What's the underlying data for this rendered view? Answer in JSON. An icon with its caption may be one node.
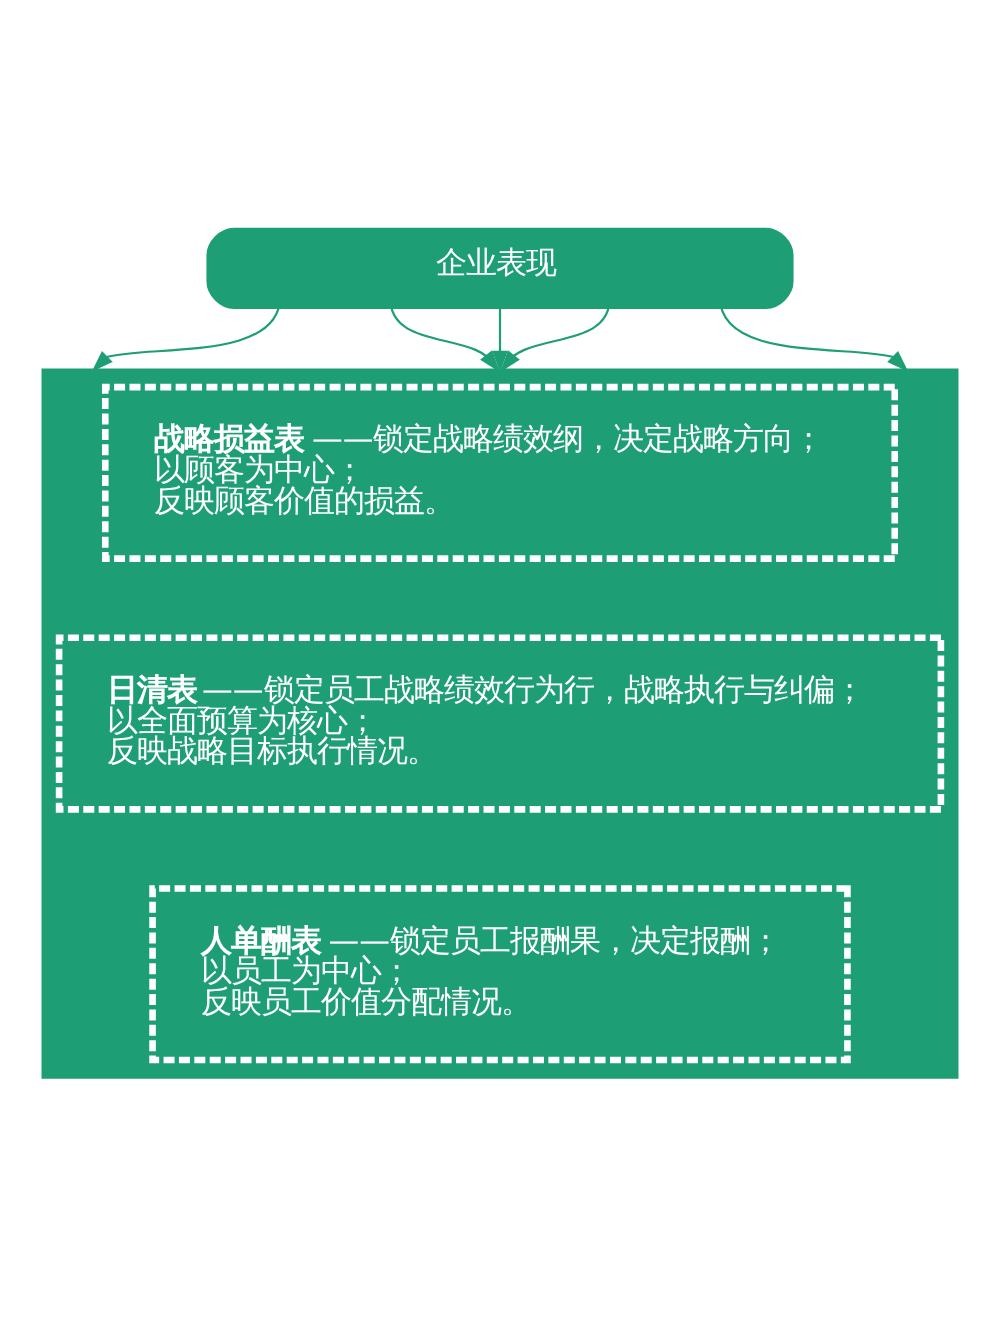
{
  "diagram": {
    "nodes": [
      {
        "text": [
          "企业表现"
        ]
      },
      {
        "text": [],
        "shape": "trapezoid"
      },
      {
        "text": [
          "战略损益表",
          "——锁定战略绩效纲，决定战略方向；",
          "以顾客为中心；",
          "反映顾客价值的损益。"
        ],
        "in": 1
      },
      {
        "text": [
          "日清表",
          "——锁定员工战略绩效行为行，战略执行与纠偏；",
          "以全面预算为核心；",
          "反映战略目标执行情况。"
        ],
        "in": 1
      },
      {
        "text": [
          "人单酬表",
          "——锁定员工报酬果，决定报酬；",
          "以员工为中心；",
          "反映员工价值分配情况。"
        ],
        "in": 1
      }
    ],
    "edges": [
      {
        "from": 0,
        "to": 1,
        "arrow": "to"
      },
      {
        "from": 0,
        "to": 1,
        "arrow": "to"
      },
      {
        "from": 0,
        "to": 1,
        "arrow": "to"
      },
      {
        "from": 0,
        "to": 1,
        "arrow": "to"
      },
      {
        "from": 0,
        "to": 1,
        "arrow": "to"
      }
    ]
  }
}
